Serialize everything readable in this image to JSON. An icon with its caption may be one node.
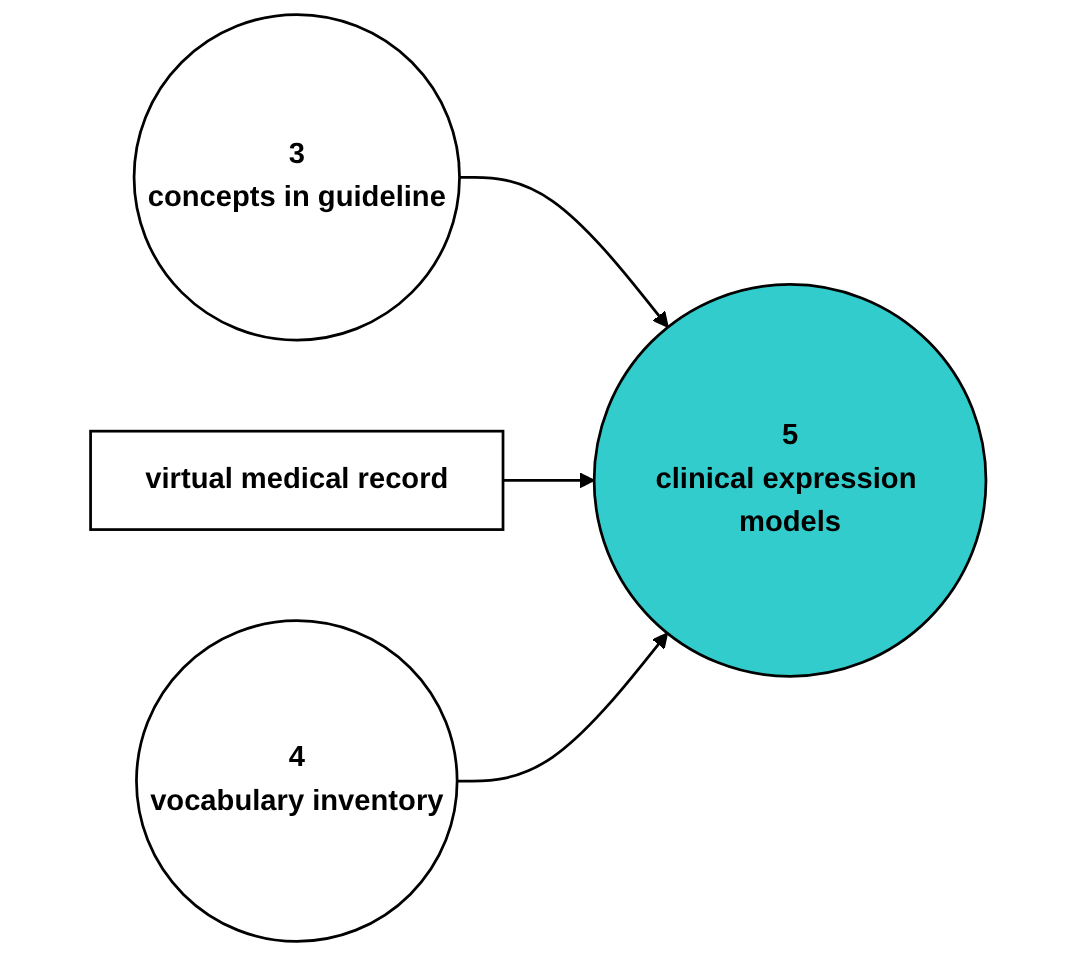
{
  "diagram": {
    "nodes": [
      {
        "text": [
          "3",
          "concepts in guideline"
        ]
      },
      {
        "text": [
          "5",
          "clinical expression models"
        ]
      },
      {
        "text": [
          "virtual medical record"
        ]
      },
      {
        "text": [
          "4",
          "vocabulary inventory"
        ]
      }
    ],
    "edges": [
      {
        "from": 0,
        "to": 1,
        "arrow": "to"
      },
      {
        "from": 2,
        "to": 1,
        "arrow": "to"
      },
      {
        "from": 3,
        "to": 1,
        "arrow": "to"
      }
    ]
  }
}
